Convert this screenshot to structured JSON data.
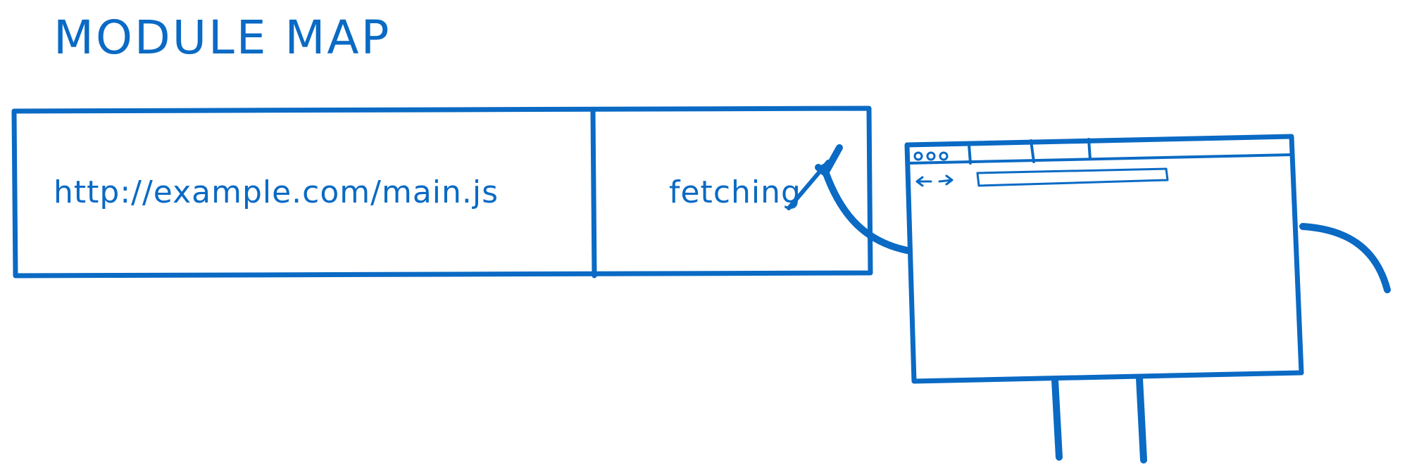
{
  "title": "MODULE MAP",
  "module_map": {
    "entries": [
      {
        "url": "http://example.com/main.js",
        "status": "fetching"
      }
    ]
  },
  "browser": {
    "nav_arrows": "←→"
  },
  "colors": {
    "ink": "#0a6ac4",
    "background": "#ffffff"
  }
}
